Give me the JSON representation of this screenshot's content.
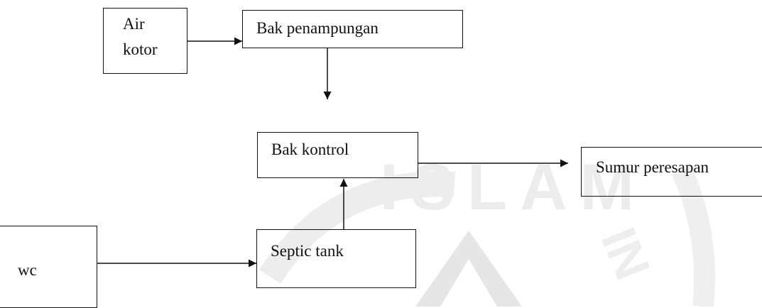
{
  "nodes": {
    "air_kotor": [
      "Air",
      "kotor"
    ],
    "bak_penampungan": "Bak penampungan",
    "bak_kontrol": "Bak kontrol",
    "sumur_peresapan": "Sumur peresapan",
    "septic_tank": "Septic tank",
    "wc": "wc"
  },
  "watermark": {
    "text": "ISLAM",
    "text2": "IN",
    "color": "#ececec"
  }
}
